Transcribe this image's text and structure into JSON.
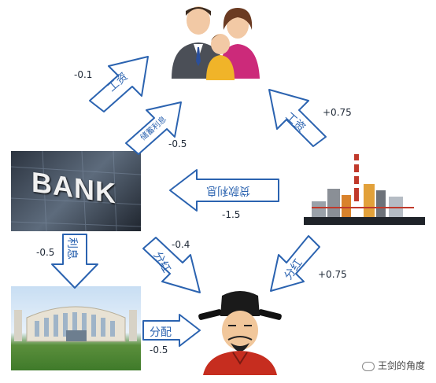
{
  "nodes": {
    "family": {
      "name": "family-icon"
    },
    "bank": {
      "sign": "BANK"
    },
    "factory": {
      "name": "factory-icon"
    },
    "government": {
      "name": "government-building"
    },
    "official": {
      "name": "official-icon"
    }
  },
  "flows": {
    "bank_to_family_wage": {
      "label": "工资",
      "value": "-0.1"
    },
    "bank_to_family_savings": {
      "label": "储蓄利息",
      "value": "-0.5"
    },
    "factory_to_family_wage": {
      "label": "工资",
      "value": "+0.75"
    },
    "factory_to_bank_loan": {
      "label": "贷款利息",
      "value": "-1.5"
    },
    "bank_to_gov_interest": {
      "label": "利息",
      "value": "-0.5"
    },
    "bank_to_official_dividend": {
      "label": "分红",
      "value": "-0.4"
    },
    "factory_to_official_dividend": {
      "label": "分红",
      "value": "+0.75"
    },
    "gov_to_official_distribution": {
      "label": "分配",
      "value": "-0.5"
    }
  },
  "watermark": {
    "text": "王剑的角度"
  },
  "colors": {
    "arrow_stroke": "#2b63b0",
    "arrow_fill": "#ffffff"
  }
}
